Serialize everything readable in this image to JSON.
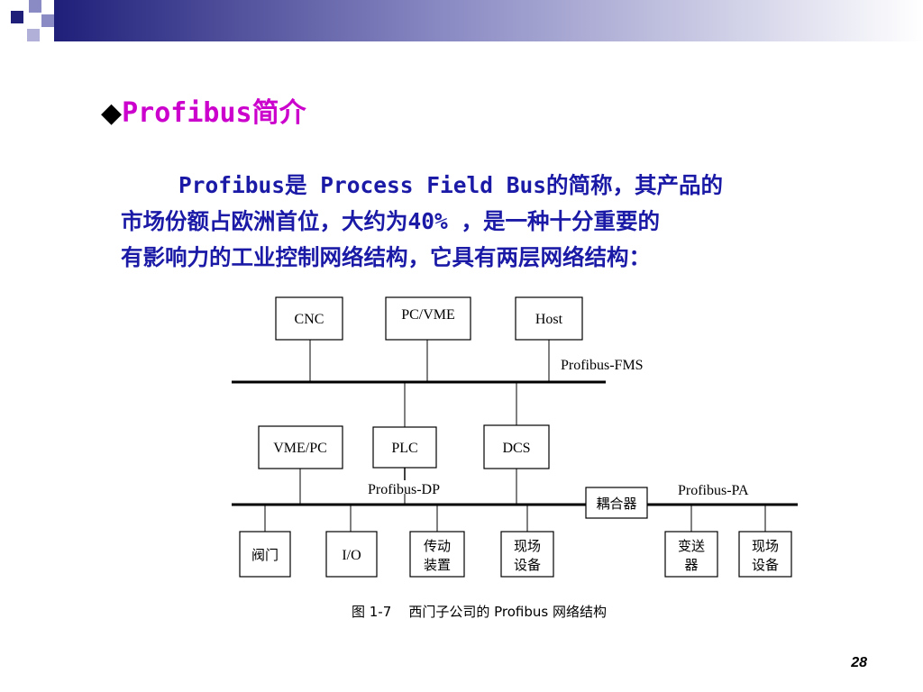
{
  "slide": {
    "title_bullet": "◆",
    "title": "Profibus简介",
    "paragraph_lines": [
      "Profibus是 Process Field Bus的简称，其产品的",
      "市场份额占欧洲首位，大约为40% ，是一种十分重要的",
      "有影响力的工业控制网络结构，它具有两层网络结构："
    ],
    "page_number": "28",
    "banner_colors": {
      "dark": "#1f1f7a",
      "mid": "#8a8ac4",
      "light": "#ffffff"
    }
  },
  "diagram": {
    "top_devices": [
      "CNC",
      "PC/VME",
      "Host"
    ],
    "fms_bus_label": "Profibus-FMS",
    "mid_devices": [
      "VME/PC",
      "PLC",
      "DCS"
    ],
    "dp_bus_label": "Profibus-DP",
    "coupler_label": "耦合器",
    "pa_bus_label": "Profibus-PA",
    "dp_field_devices": [
      {
        "line1": "阀门",
        "line2": ""
      },
      {
        "line1": "I/O",
        "line2": ""
      },
      {
        "line1": "传动",
        "line2": "装置"
      },
      {
        "line1": "现场",
        "line2": "设备"
      }
    ],
    "pa_field_devices": [
      {
        "line1": "变送",
        "line2": "器"
      },
      {
        "line1": "现场",
        "line2": "设备"
      }
    ],
    "caption": "图 1-7    西门子公司的 Profibus 网络结构"
  }
}
